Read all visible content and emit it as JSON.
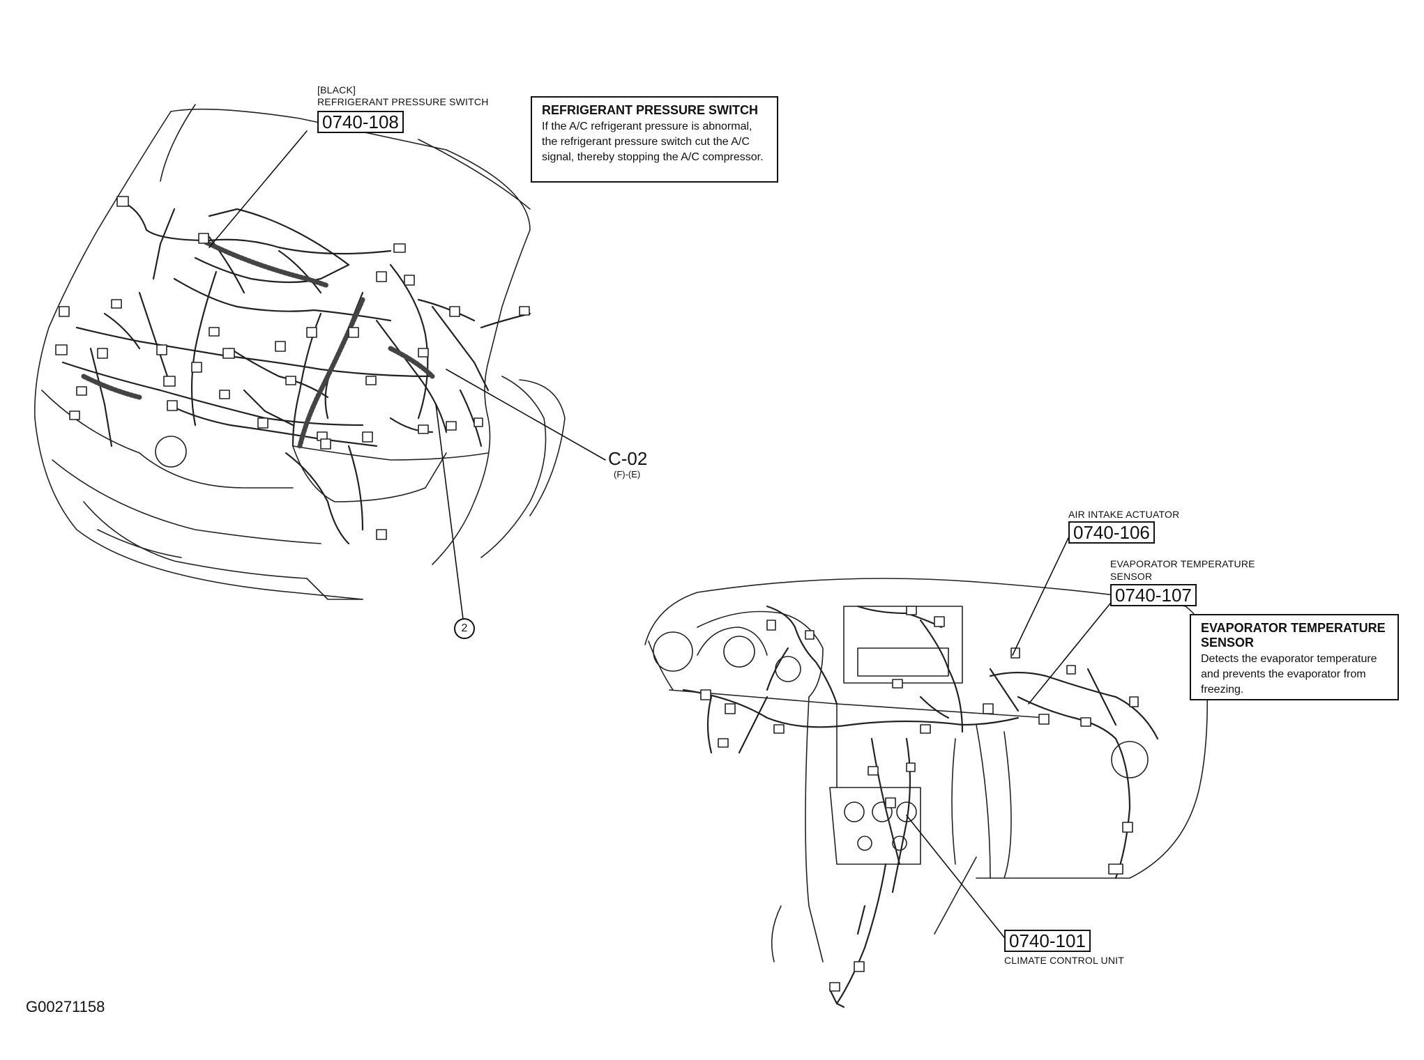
{
  "figure_id": "G00271158",
  "engine_bay": {
    "switch_color": "[BLACK]",
    "switch_label": "REFRIGERANT PRESSURE SWITCH",
    "switch_code": "0740-108",
    "connector_code": "C-02",
    "connector_sub": "(F)-(E)",
    "callout_number": "2",
    "note": {
      "title": "REFRIGERANT PRESSURE SWITCH",
      "body": "If the A/C refrigerant pressure is abnormal, the refrigerant pressure switch cut the A/C signal, thereby stopping the A/C compressor."
    }
  },
  "dashboard": {
    "air_intake_label": "AIR INTAKE ACTUATOR",
    "air_intake_code": "0740-106",
    "evap_label_line1": "EVAPORATOR TEMPERATURE",
    "evap_label_line2": "SENSOR",
    "evap_code": "0740-107",
    "climate_code": "0740-101",
    "climate_label": "CLIMATE CONTROL UNIT",
    "note": {
      "title_line1": "EVAPORATOR TEMPERATURE",
      "title_line2": "SENSOR",
      "body": "Detects the evaporator temperature and prevents the evaporator from freezing."
    }
  }
}
